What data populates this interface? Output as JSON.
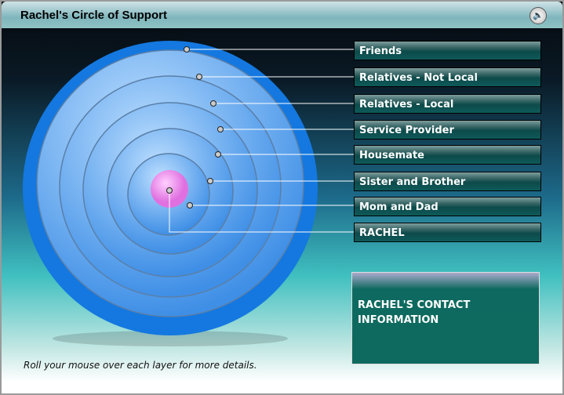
{
  "title": "Rachel's Circle of Support",
  "sound_icon": "speaker-icon",
  "layers": [
    "Friends",
    "Relatives - Not Local",
    "Relatives - Local",
    "Service Provider",
    "Housemate",
    "Sister and Brother",
    "Mom and Dad",
    "RACHEL"
  ],
  "contact": "RACHEL'S CONTACT INFORMATION",
  "hint": "Roll your mouse over each layer for more details.",
  "colors": {
    "outer": "#1a7fe0",
    "ring": "#5aa6ee",
    "center": "#f08ae8"
  }
}
